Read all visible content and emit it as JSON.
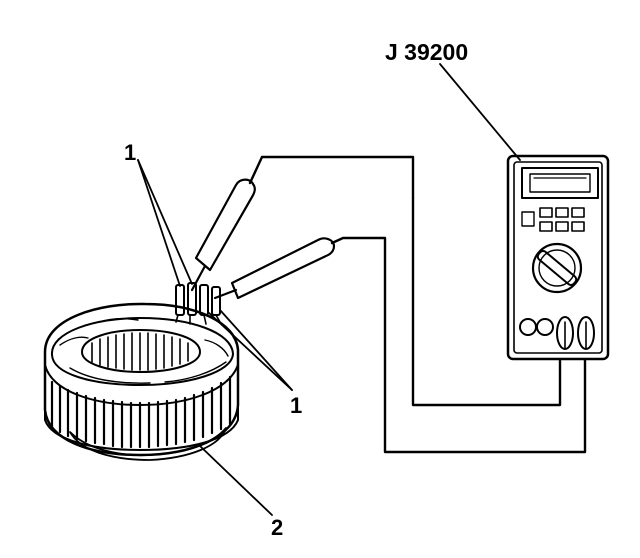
{
  "tool_label": "J 39200",
  "callouts": {
    "lead_top": "1",
    "lead_bottom": "1",
    "stator": "2"
  },
  "colors": {
    "ink": "#000000",
    "meter_shade": "#b5b5b5",
    "background": "#ffffff"
  }
}
